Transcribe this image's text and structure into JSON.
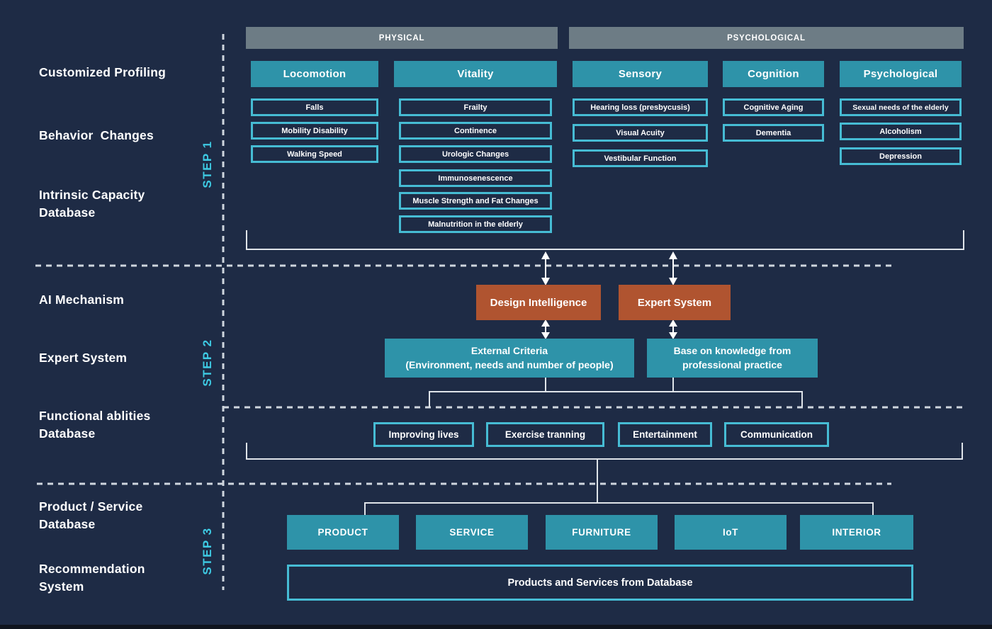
{
  "left_labels": {
    "customized_profiling": "Customized Profiling",
    "behavior_changes": "Behavior  Changes",
    "intrinsic_capacity_db": "Intrinsic Capacity\nDatabase",
    "ai_mechanism": "AI Mechanism",
    "expert_system": "Expert System",
    "functional_abilities_db": "Functional ablities\nDatabase",
    "product_service_db": "Product / Service\nDatabase",
    "recommendation_system": "Recommendation\nSystem"
  },
  "steps": {
    "step1": "STEP 1",
    "step2": "STEP 2",
    "step3": "STEP 3"
  },
  "group_headers": {
    "physical": "PHYSICAL",
    "psychological": "PSYCHOLOGICAL"
  },
  "columns": [
    {
      "title": "Locomotion",
      "items": [
        "Falls",
        "Mobility Disability",
        "Walking Speed"
      ]
    },
    {
      "title": "Vitality",
      "items": [
        "Frailty",
        "Continence",
        "Urologic Changes",
        "Immunosenescence",
        "Muscle Strength and Fat Changes",
        "Malnutrition in the elderly"
      ]
    },
    {
      "title": "Sensory",
      "items": [
        "Hearing loss (presbycusis)",
        "Visual Acuity",
        "Vestibular Function"
      ]
    },
    {
      "title": "Cognition",
      "items": [
        "Cognitive Aging",
        "Dementia"
      ]
    },
    {
      "title": "Psychological",
      "items": [
        "Sexual needs of the elderly",
        "Alcoholism",
        "Depression"
      ]
    }
  ],
  "ai_layer": {
    "design_intelligence": "Design Intelligence",
    "expert_system": "Expert System",
    "external_criteria": "External Criteria\n(Environment, needs and number of people)",
    "knowledge_base": "Base on knowledge from\nprofessional practice"
  },
  "functional_abilities": [
    "Improving lives",
    "Exercise tranning",
    "Entertainment",
    "Communication"
  ],
  "product_categories": [
    "PRODUCT",
    "SERVICE",
    "FURNITURE",
    "IoT",
    "INTERIOR"
  ],
  "output_box": "Products and Services from Database",
  "colors": {
    "background": "#1e2b45",
    "teal_fill": "#2e93a9",
    "orange_fill": "#b05430",
    "gray_header": "#6d7c85",
    "cyan_border": "#46bcd4",
    "step_text": "#3ecbe4",
    "connector_line": "#dfe4e9",
    "dashed_line": "#cfd6de",
    "text": "#ffffff"
  }
}
